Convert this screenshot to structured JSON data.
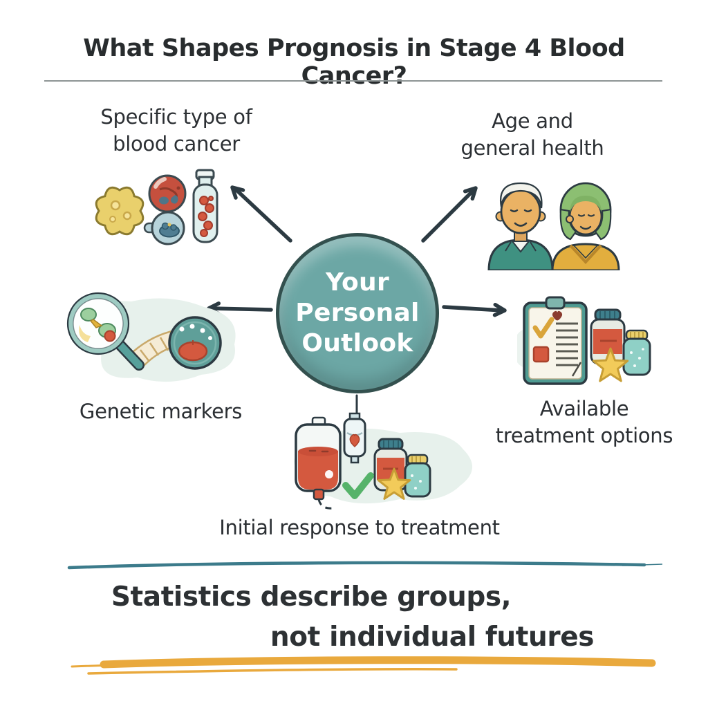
{
  "palette": {
    "circle-fill": "#6ca7a5",
    "circle-edge": "#33504e",
    "ink": "#2c3a42",
    "teal": "#4f9b92",
    "teal-light": "#8fd0c6",
    "teal-line": "#3c7b8b",
    "red-orange": "#d4593f",
    "red": "#c5503e",
    "gold": "#e9b64a",
    "gold-line": "#e9a93d",
    "green": "#56b36a",
    "leaf": "#8cbf72",
    "skin": "#eab264",
    "paper": "#f8f5ea",
    "blob": "#e7f1ec",
    "yellow-cell": "#e9d06c"
  },
  "header": {
    "title": "What Shapes Prognosis in Stage 4 Blood Cancer?"
  },
  "center": {
    "lines": [
      "Your",
      "Personal",
      "Outlook"
    ]
  },
  "nodes": {
    "type": {
      "label_lines": [
        "Specific type of",
        "blood cancer"
      ],
      "icon": "cancer-cells-icon"
    },
    "age": {
      "label_lines": [
        "Age and",
        "general health"
      ],
      "icon": "elderly-couple-icon"
    },
    "genetics": {
      "label_lines": [
        "Genetic markers"
      ],
      "icon": "genetic-markers-icon"
    },
    "treatment": {
      "label_lines": [
        "Available",
        "treatment options"
      ],
      "icon": "treatment-options-icon"
    },
    "response": {
      "label_lines": [
        "Initial response to treatment"
      ],
      "icon": "treatment-response-icon"
    }
  },
  "footer": {
    "lines": [
      "Statistics describe groups,",
      "not individual futures"
    ]
  }
}
